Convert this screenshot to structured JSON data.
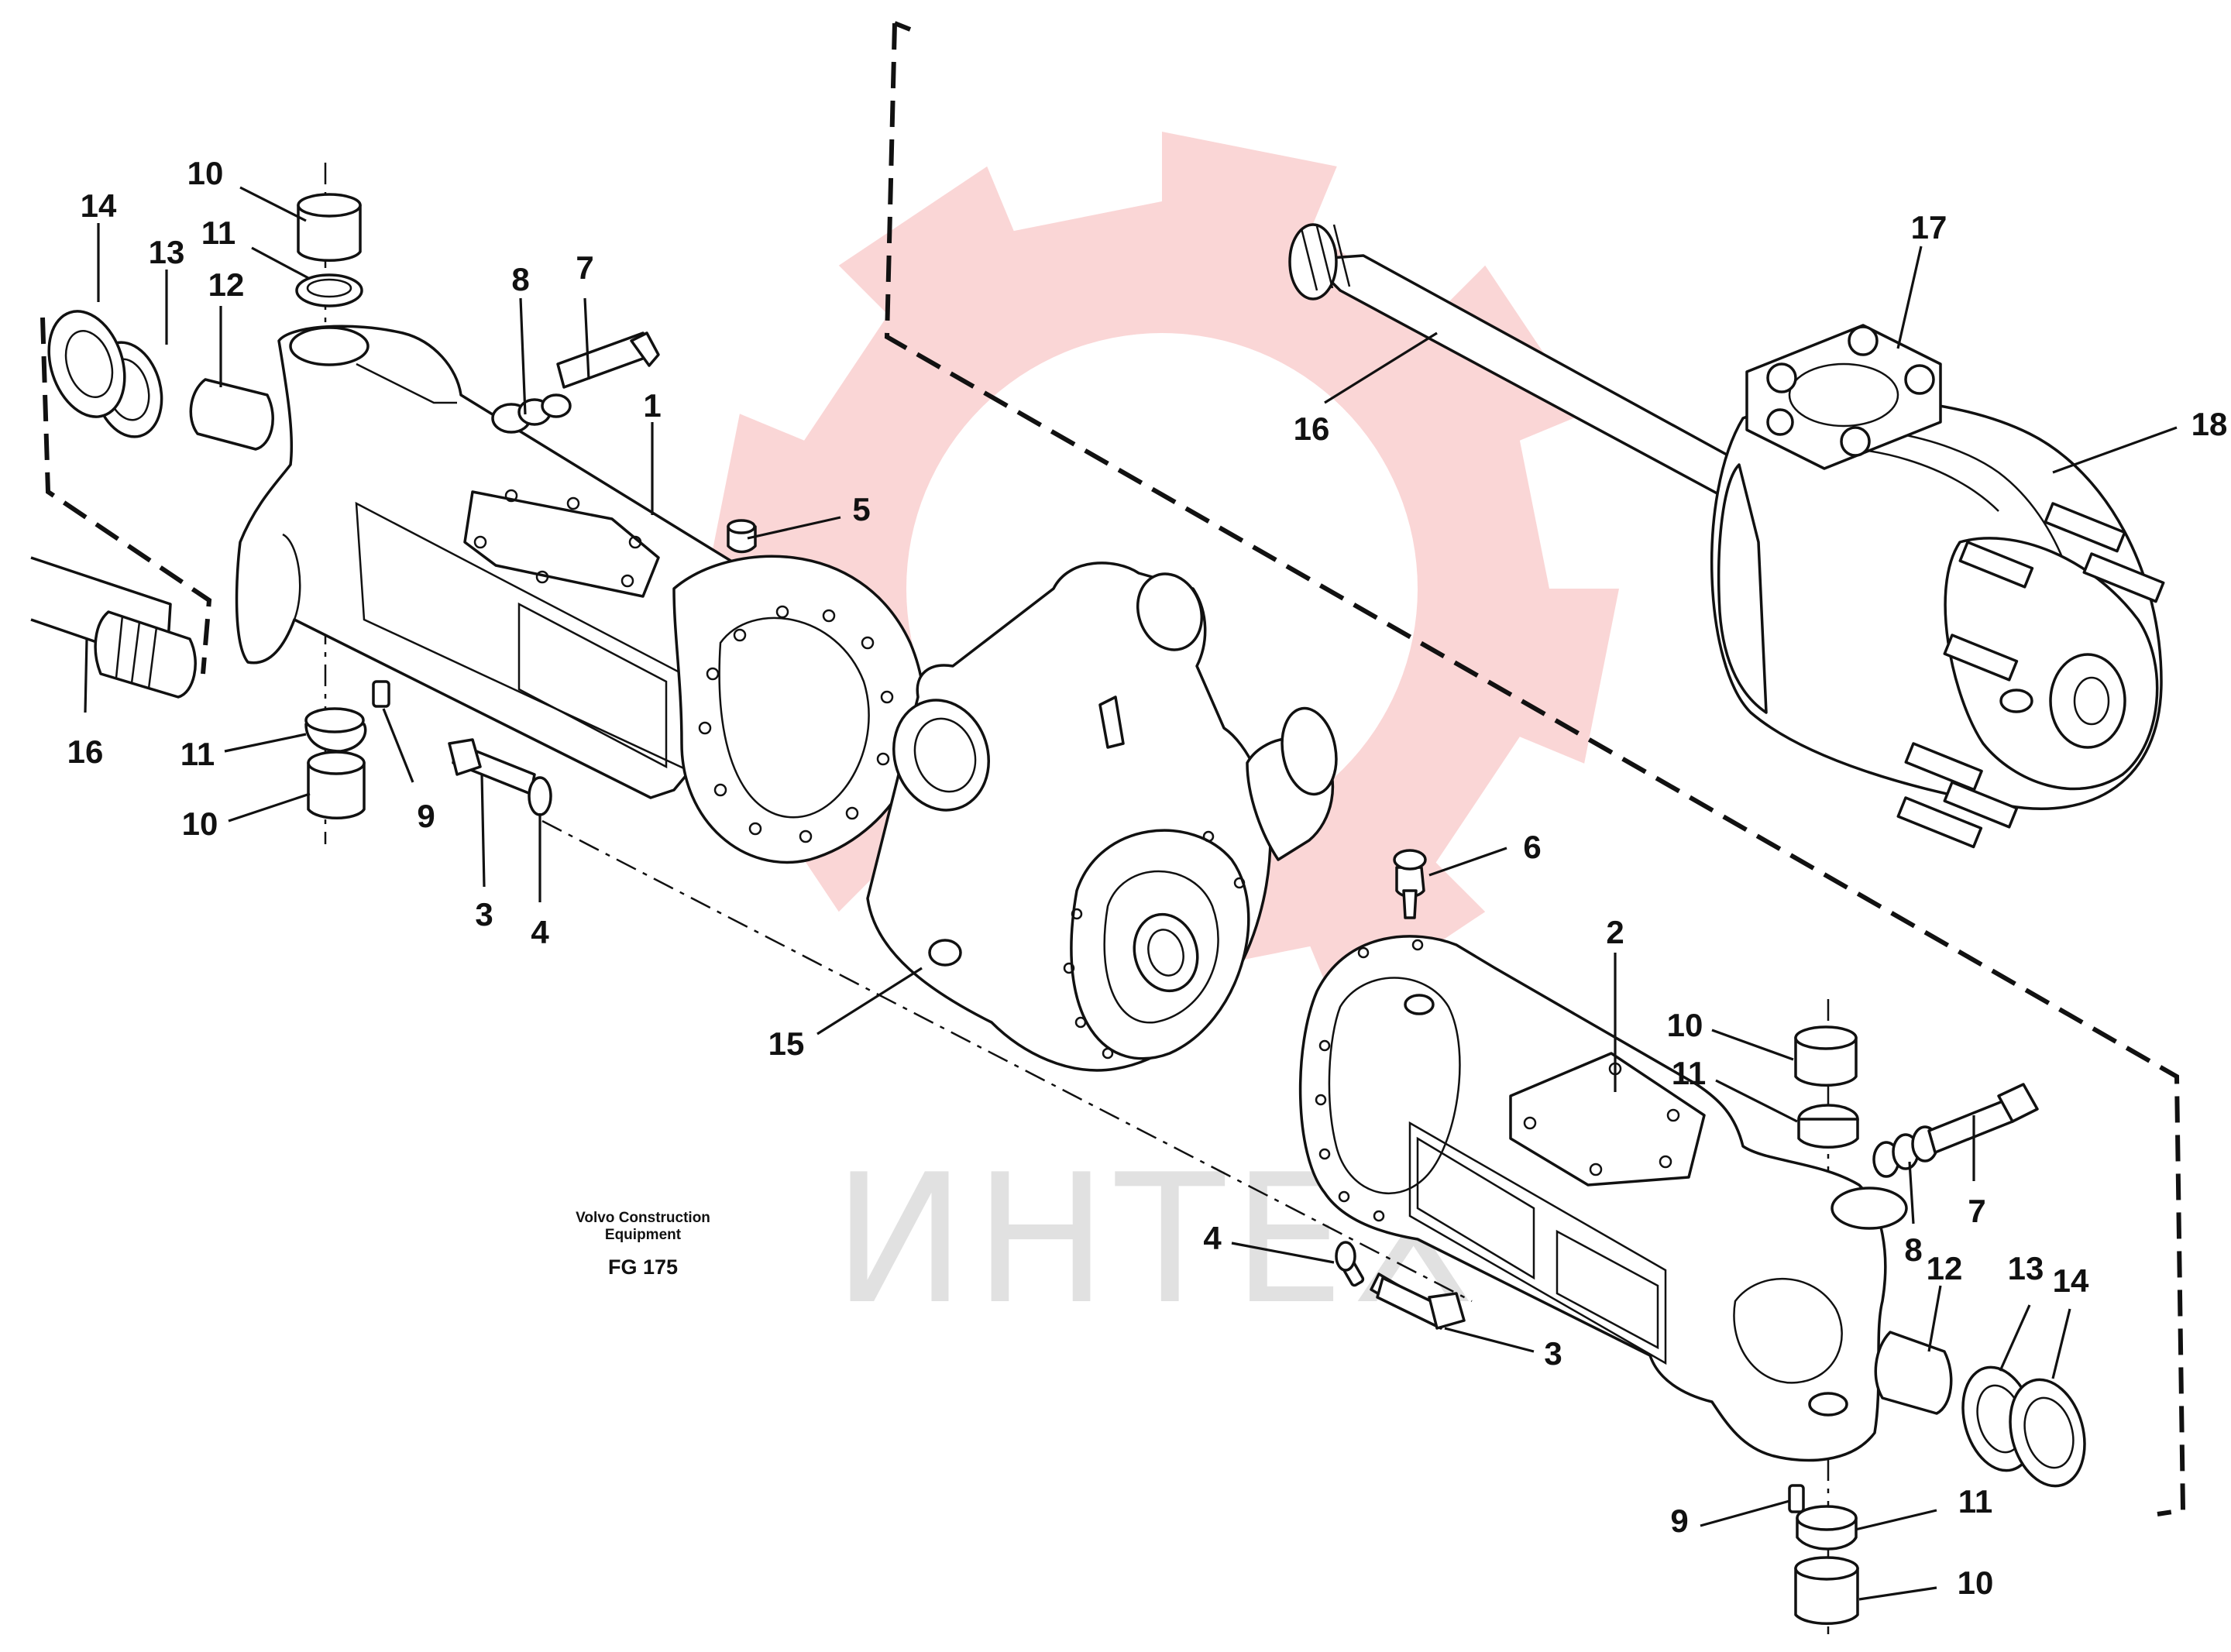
{
  "diagram": {
    "caption": {
      "company_line1": "Volvo Construction",
      "company_line2": "Equipment",
      "figure_code": "FG 175"
    },
    "watermark": {
      "text": "ИНТЕХ",
      "color": "#e64545"
    },
    "callouts": [
      {
        "id": "c-10-a",
        "label": "10"
      },
      {
        "id": "c-14-a",
        "label": "14"
      },
      {
        "id": "c-11-a",
        "label": "11"
      },
      {
        "id": "c-13-a",
        "label": "13"
      },
      {
        "id": "c-12-a",
        "label": "12"
      },
      {
        "id": "c-8-a",
        "label": "8"
      },
      {
        "id": "c-7-a",
        "label": "7"
      },
      {
        "id": "c-1",
        "label": "1"
      },
      {
        "id": "c-5",
        "label": "5"
      },
      {
        "id": "c-16-a",
        "label": "16"
      },
      {
        "id": "c-11-b",
        "label": "11"
      },
      {
        "id": "c-9-a",
        "label": "9"
      },
      {
        "id": "c-10-b",
        "label": "10"
      },
      {
        "id": "c-3-a",
        "label": "3"
      },
      {
        "id": "c-4-a",
        "label": "4"
      },
      {
        "id": "c-17",
        "label": "17"
      },
      {
        "id": "c-16-b",
        "label": "16"
      },
      {
        "id": "c-18",
        "label": "18"
      },
      {
        "id": "c-6",
        "label": "6"
      },
      {
        "id": "c-15",
        "label": "15"
      },
      {
        "id": "c-2",
        "label": "2"
      },
      {
        "id": "c-10-c",
        "label": "10"
      },
      {
        "id": "c-11-c",
        "label": "11"
      },
      {
        "id": "c-7-b",
        "label": "7"
      },
      {
        "id": "c-8-b",
        "label": "8"
      },
      {
        "id": "c-4-b",
        "label": "4"
      },
      {
        "id": "c-3-b",
        "label": "3"
      },
      {
        "id": "c-12-b",
        "label": "12"
      },
      {
        "id": "c-13-b",
        "label": "13"
      },
      {
        "id": "c-14-b",
        "label": "14"
      },
      {
        "id": "c-9-b",
        "label": "9"
      },
      {
        "id": "c-11-d",
        "label": "11"
      },
      {
        "id": "c-10-d",
        "label": "10"
      }
    ]
  }
}
